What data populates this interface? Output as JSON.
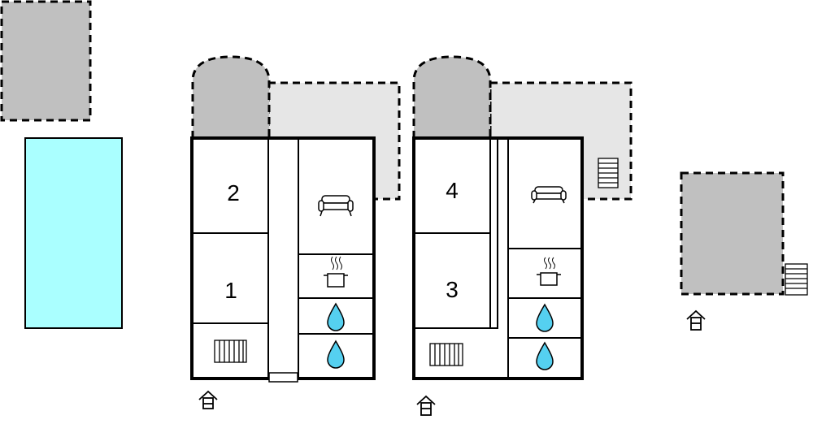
{
  "rooms": {
    "house_left": {
      "upper_room": "2",
      "lower_room": "1"
    },
    "house_right": {
      "upper_room": "4",
      "lower_room": "3"
    }
  },
  "icons": {
    "living": "sofa-icon",
    "kitchen": "cooking-pot-icon",
    "bathroom": "water-drop-icon",
    "heater": "radiator-icon",
    "stairs": "stairs-icon",
    "entrance": "entrance-house-icon"
  },
  "colors": {
    "pool": "#aaffff",
    "roofed_area_dark": "#c0c0c0",
    "terrace_light": "#e6e6e6",
    "water_drop": "#55d0f0",
    "walls": "#000000"
  }
}
